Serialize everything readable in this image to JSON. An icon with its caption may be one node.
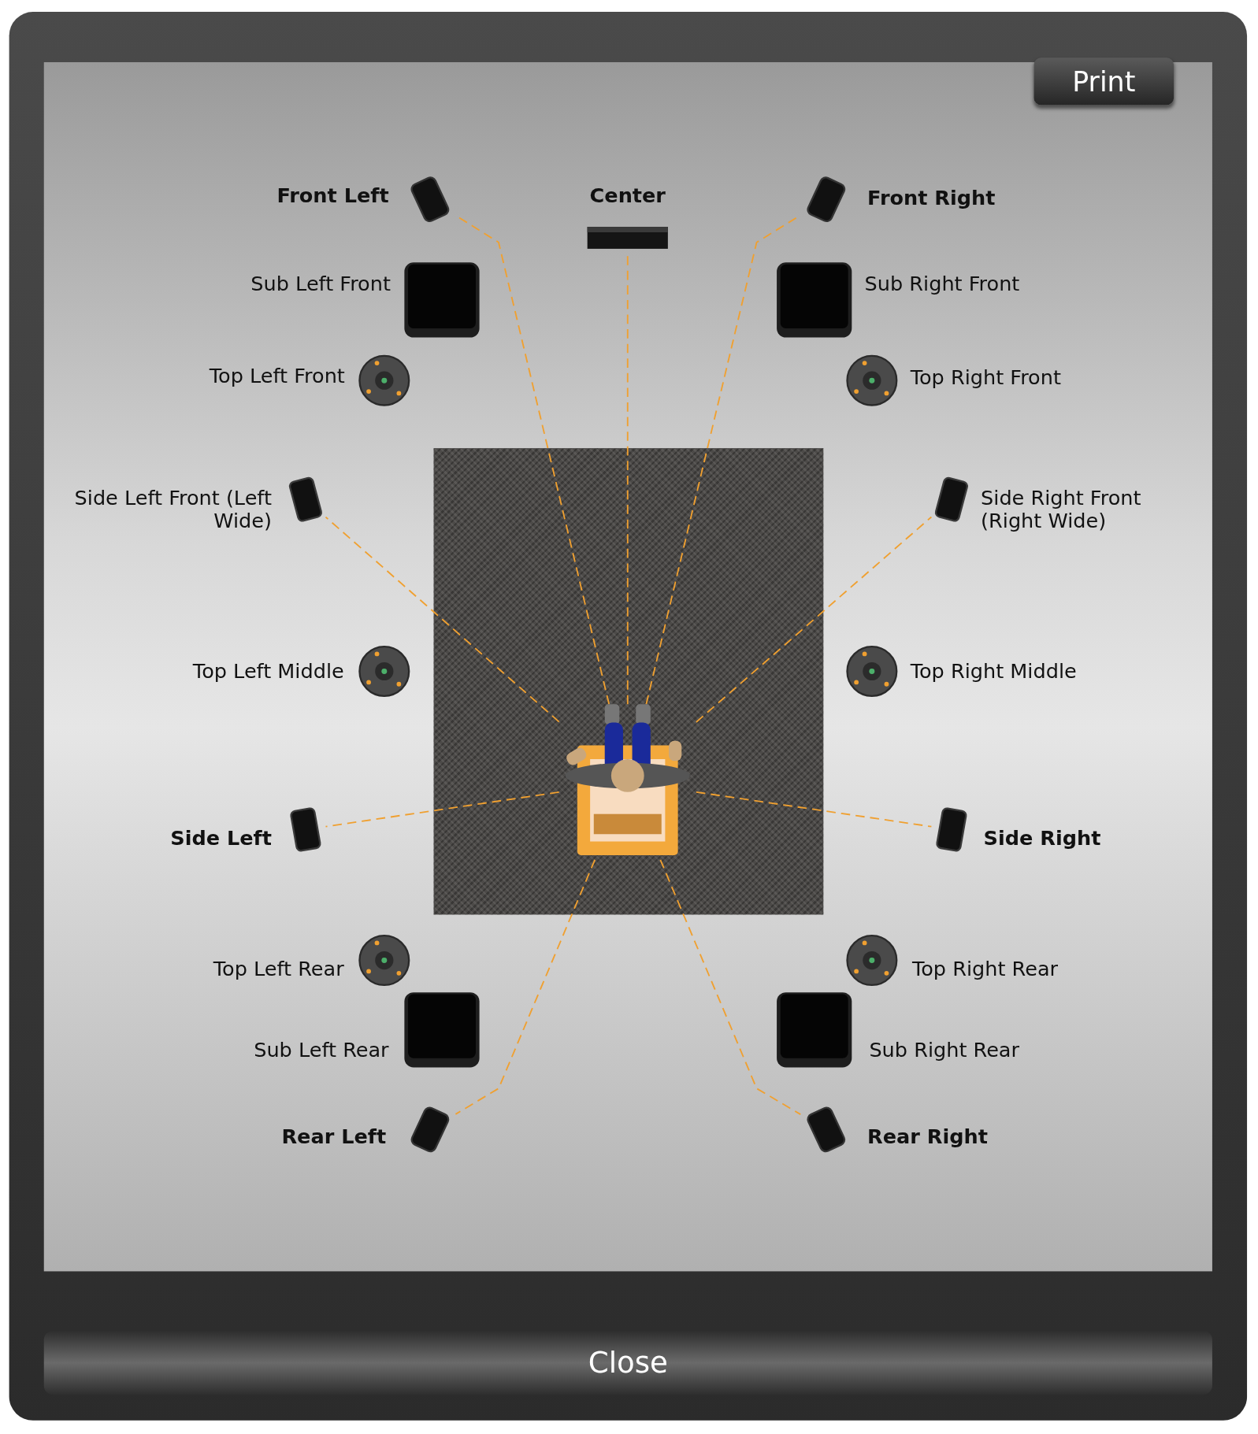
{
  "diagram": {
    "nodes": [
      {
        "text": [],
        "shape": "box",
        "beside": [
          "Front Left"
        ]
      },
      {
        "text": [],
        "shape": "bar",
        "beside": [
          "Center"
        ]
      },
      {
        "text": [],
        "shape": "box",
        "beside": [
          "Front Right"
        ]
      },
      {
        "text": [],
        "shape": "box",
        "beside": [
          "Sub Left Front"
        ]
      },
      {
        "text": [],
        "shape": "box",
        "beside": [
          "Sub Right Front"
        ]
      },
      {
        "text": [],
        "shape": "circle",
        "beside": [
          "Top Left Front"
        ]
      },
      {
        "text": [],
        "shape": "circle",
        "beside": [
          "Top Right Front"
        ]
      },
      {
        "text": [],
        "shape": "box",
        "beside": [
          "Side Left Front (Left Wide)"
        ]
      },
      {
        "text": [],
        "shape": "box",
        "beside": [
          "Side Right Front (Right Wide)"
        ]
      },
      {
        "text": [],
        "shape": "circle",
        "beside": [
          "Top Left Middle"
        ]
      },
      {
        "text": [],
        "shape": "circle",
        "beside": [
          "Top Right Middle"
        ]
      },
      {
        "text": [],
        "shape": "box",
        "beside": [
          "Side Left"
        ]
      },
      {
        "text": [],
        "shape": "box",
        "beside": [
          "Side Right"
        ]
      },
      {
        "text": [],
        "shape": "circle",
        "beside": [
          "Top Left Rear"
        ]
      },
      {
        "text": [],
        "shape": "circle",
        "beside": [
          "Top Right Rear"
        ]
      },
      {
        "text": [],
        "shape": "box",
        "beside": [
          "Sub Left Rear"
        ]
      },
      {
        "text": [],
        "shape": "box",
        "beside": [
          "Sub Right Rear"
        ]
      },
      {
        "text": [],
        "shape": "box",
        "beside": [
          "Rear Left"
        ]
      },
      {
        "text": [],
        "shape": "box",
        "beside": [
          "Rear Right"
        ]
      },
      {
        "text": [],
        "shape": "picture"
      }
    ],
    "edges": [
      {
        "from": 19,
        "to": 0,
        "arrow": "none",
        "style": "dashed",
        "color": "#f0a030"
      },
      {
        "from": 19,
        "to": 1,
        "arrow": "none",
        "style": "dashed",
        "color": "#f0a030"
      },
      {
        "from": 19,
        "to": 2,
        "arrow": "none",
        "style": "dashed",
        "color": "#f0a030"
      },
      {
        "from": 19,
        "to": 7,
        "arrow": "none",
        "style": "dashed",
        "color": "#f0a030"
      },
      {
        "from": 19,
        "to": 8,
        "arrow": "none",
        "style": "dashed",
        "color": "#f0a030"
      },
      {
        "from": 19,
        "to": 11,
        "arrow": "none",
        "style": "dashed",
        "color": "#f0a030"
      },
      {
        "from": 19,
        "to": 12,
        "arrow": "none",
        "style": "dashed",
        "color": "#f0a030"
      },
      {
        "from": 19,
        "to": 17,
        "arrow": "none",
        "style": "dashed",
        "color": "#f0a030"
      },
      {
        "from": 19,
        "to": 18,
        "arrow": "none",
        "style": "dashed",
        "color": "#f0a030"
      }
    ],
    "labels": [
      "Print",
      "Close"
    ]
  }
}
